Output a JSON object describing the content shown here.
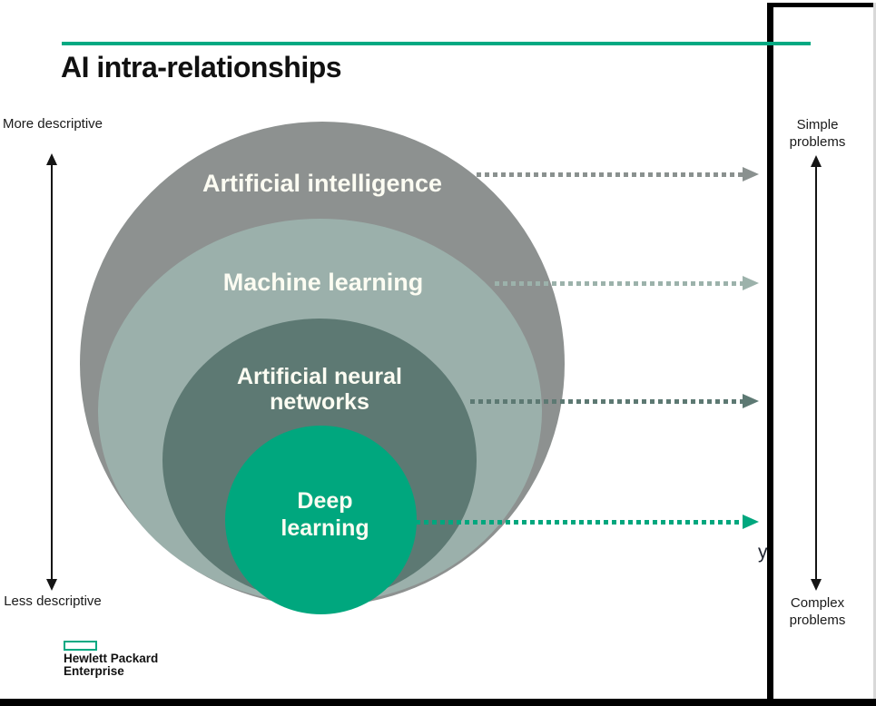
{
  "title": "AI intra-relationships",
  "colors": {
    "accent": "#01a982",
    "ring_ai": "#8d9190",
    "ring_ml": "#9bb0ab",
    "ring_ann": "#5d7973",
    "ring_dl": "#00a77e",
    "frame": "#000000"
  },
  "rings": [
    {
      "label": "Artificial intelligence",
      "color": "#8d9190"
    },
    {
      "label": "Machine learning",
      "color": "#9bb0ab"
    },
    {
      "label": "Artificial neural networks",
      "color": "#5d7973"
    },
    {
      "label": "Deep learning",
      "color": "#00a77e"
    }
  ],
  "left_axis": {
    "top": "More descriptive",
    "bottom": "Less descriptive"
  },
  "right_axis": {
    "top": "Simple problems",
    "bottom": "Complex problems"
  },
  "logo": {
    "line1": "Hewlett Packard",
    "line2": "Enterprise"
  },
  "clipped_text": "y"
}
